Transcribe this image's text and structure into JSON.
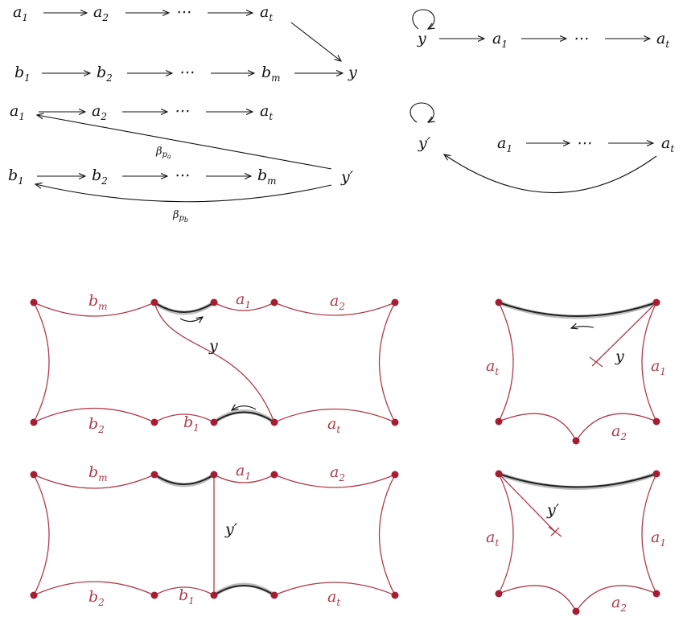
{
  "colors": {
    "quiver": "#111111",
    "surface": "#b03a48",
    "marked_point": "#a51d33",
    "boundary": "#222222"
  },
  "quiver_top_left": {
    "row1": [
      "a",
      "1",
      "a",
      "2",
      "⋯",
      "a",
      "t"
    ],
    "row2": [
      "b",
      "1",
      "b",
      "2",
      "⋯",
      "b",
      "m",
      "y"
    ]
  },
  "quiver_top_right": {
    "y": "y",
    "a1": [
      "a",
      "1"
    ],
    "dots": "⋯",
    "at": [
      "a",
      "t"
    ]
  },
  "quiver_mid_left": {
    "row1": [
      "a",
      "1",
      "a",
      "2",
      "⋯",
      "a",
      "t"
    ],
    "row2": [
      "b",
      "1",
      "b",
      "2",
      "⋯",
      "b",
      "m"
    ],
    "yp": "y′",
    "beta_a": [
      "β",
      "p",
      "a"
    ],
    "beta_b": [
      "β",
      "p",
      "b"
    ]
  },
  "quiver_mid_right": {
    "yp": "y′",
    "a1": [
      "a",
      "1"
    ],
    "dots": "⋯",
    "at": [
      "a",
      "t"
    ]
  },
  "surface_1": {
    "labels": {
      "bm": [
        "b",
        "m"
      ],
      "a1": [
        "a",
        "1"
      ],
      "a2": [
        "a",
        "2"
      ],
      "b2": [
        "b",
        "2"
      ],
      "b1": [
        "b",
        "1"
      ],
      "at": [
        "a",
        "t"
      ]
    },
    "arc": "y"
  },
  "surface_2": {
    "labels": {
      "at": [
        "a",
        "t"
      ],
      "a1": [
        "a",
        "1"
      ],
      "a2": [
        "a",
        "2"
      ]
    },
    "arc": "y"
  },
  "surface_3": {
    "labels": {
      "bm": [
        "b",
        "m"
      ],
      "a1": [
        "a",
        "1"
      ],
      "a2": [
        "a",
        "2"
      ],
      "b2": [
        "b",
        "2"
      ],
      "b1": [
        "b",
        "1"
      ],
      "at": [
        "a",
        "t"
      ]
    },
    "arc": "y′"
  },
  "surface_4": {
    "labels": {
      "at": [
        "a",
        "t"
      ],
      "a1": [
        "a",
        "1"
      ],
      "a2": [
        "a",
        "2"
      ]
    },
    "arc": "y′"
  }
}
